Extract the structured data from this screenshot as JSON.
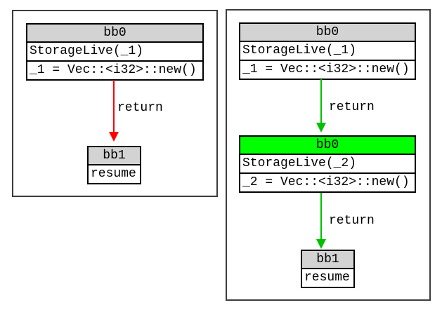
{
  "panels": [
    {
      "nodes": [
        {
          "header": "bb0",
          "header_bg": "#d3d3d3",
          "rows": [
            "StorageLive(_1)",
            "_1 = Vec::<i32>::new()"
          ]
        },
        {
          "header": "bb1",
          "header_bg": "#d3d3d3",
          "rows": [
            "resume"
          ]
        }
      ],
      "edges": [
        {
          "label": "return",
          "color": "#ff0000"
        }
      ]
    },
    {
      "nodes": [
        {
          "header": "bb0",
          "header_bg": "#d3d3d3",
          "rows": [
            "StorageLive(_1)",
            "_1 = Vec::<i32>::new()"
          ]
        },
        {
          "header": "bb0",
          "header_bg": "#00ff00",
          "rows": [
            "StorageLive(_2)",
            "_2 = Vec::<i32>::new()"
          ]
        },
        {
          "header": "bb1",
          "header_bg": "#d3d3d3",
          "rows": [
            "resume"
          ]
        }
      ],
      "edges": [
        {
          "label": "return",
          "color": "#00c000"
        },
        {
          "label": "return",
          "color": "#00c000"
        }
      ]
    }
  ]
}
